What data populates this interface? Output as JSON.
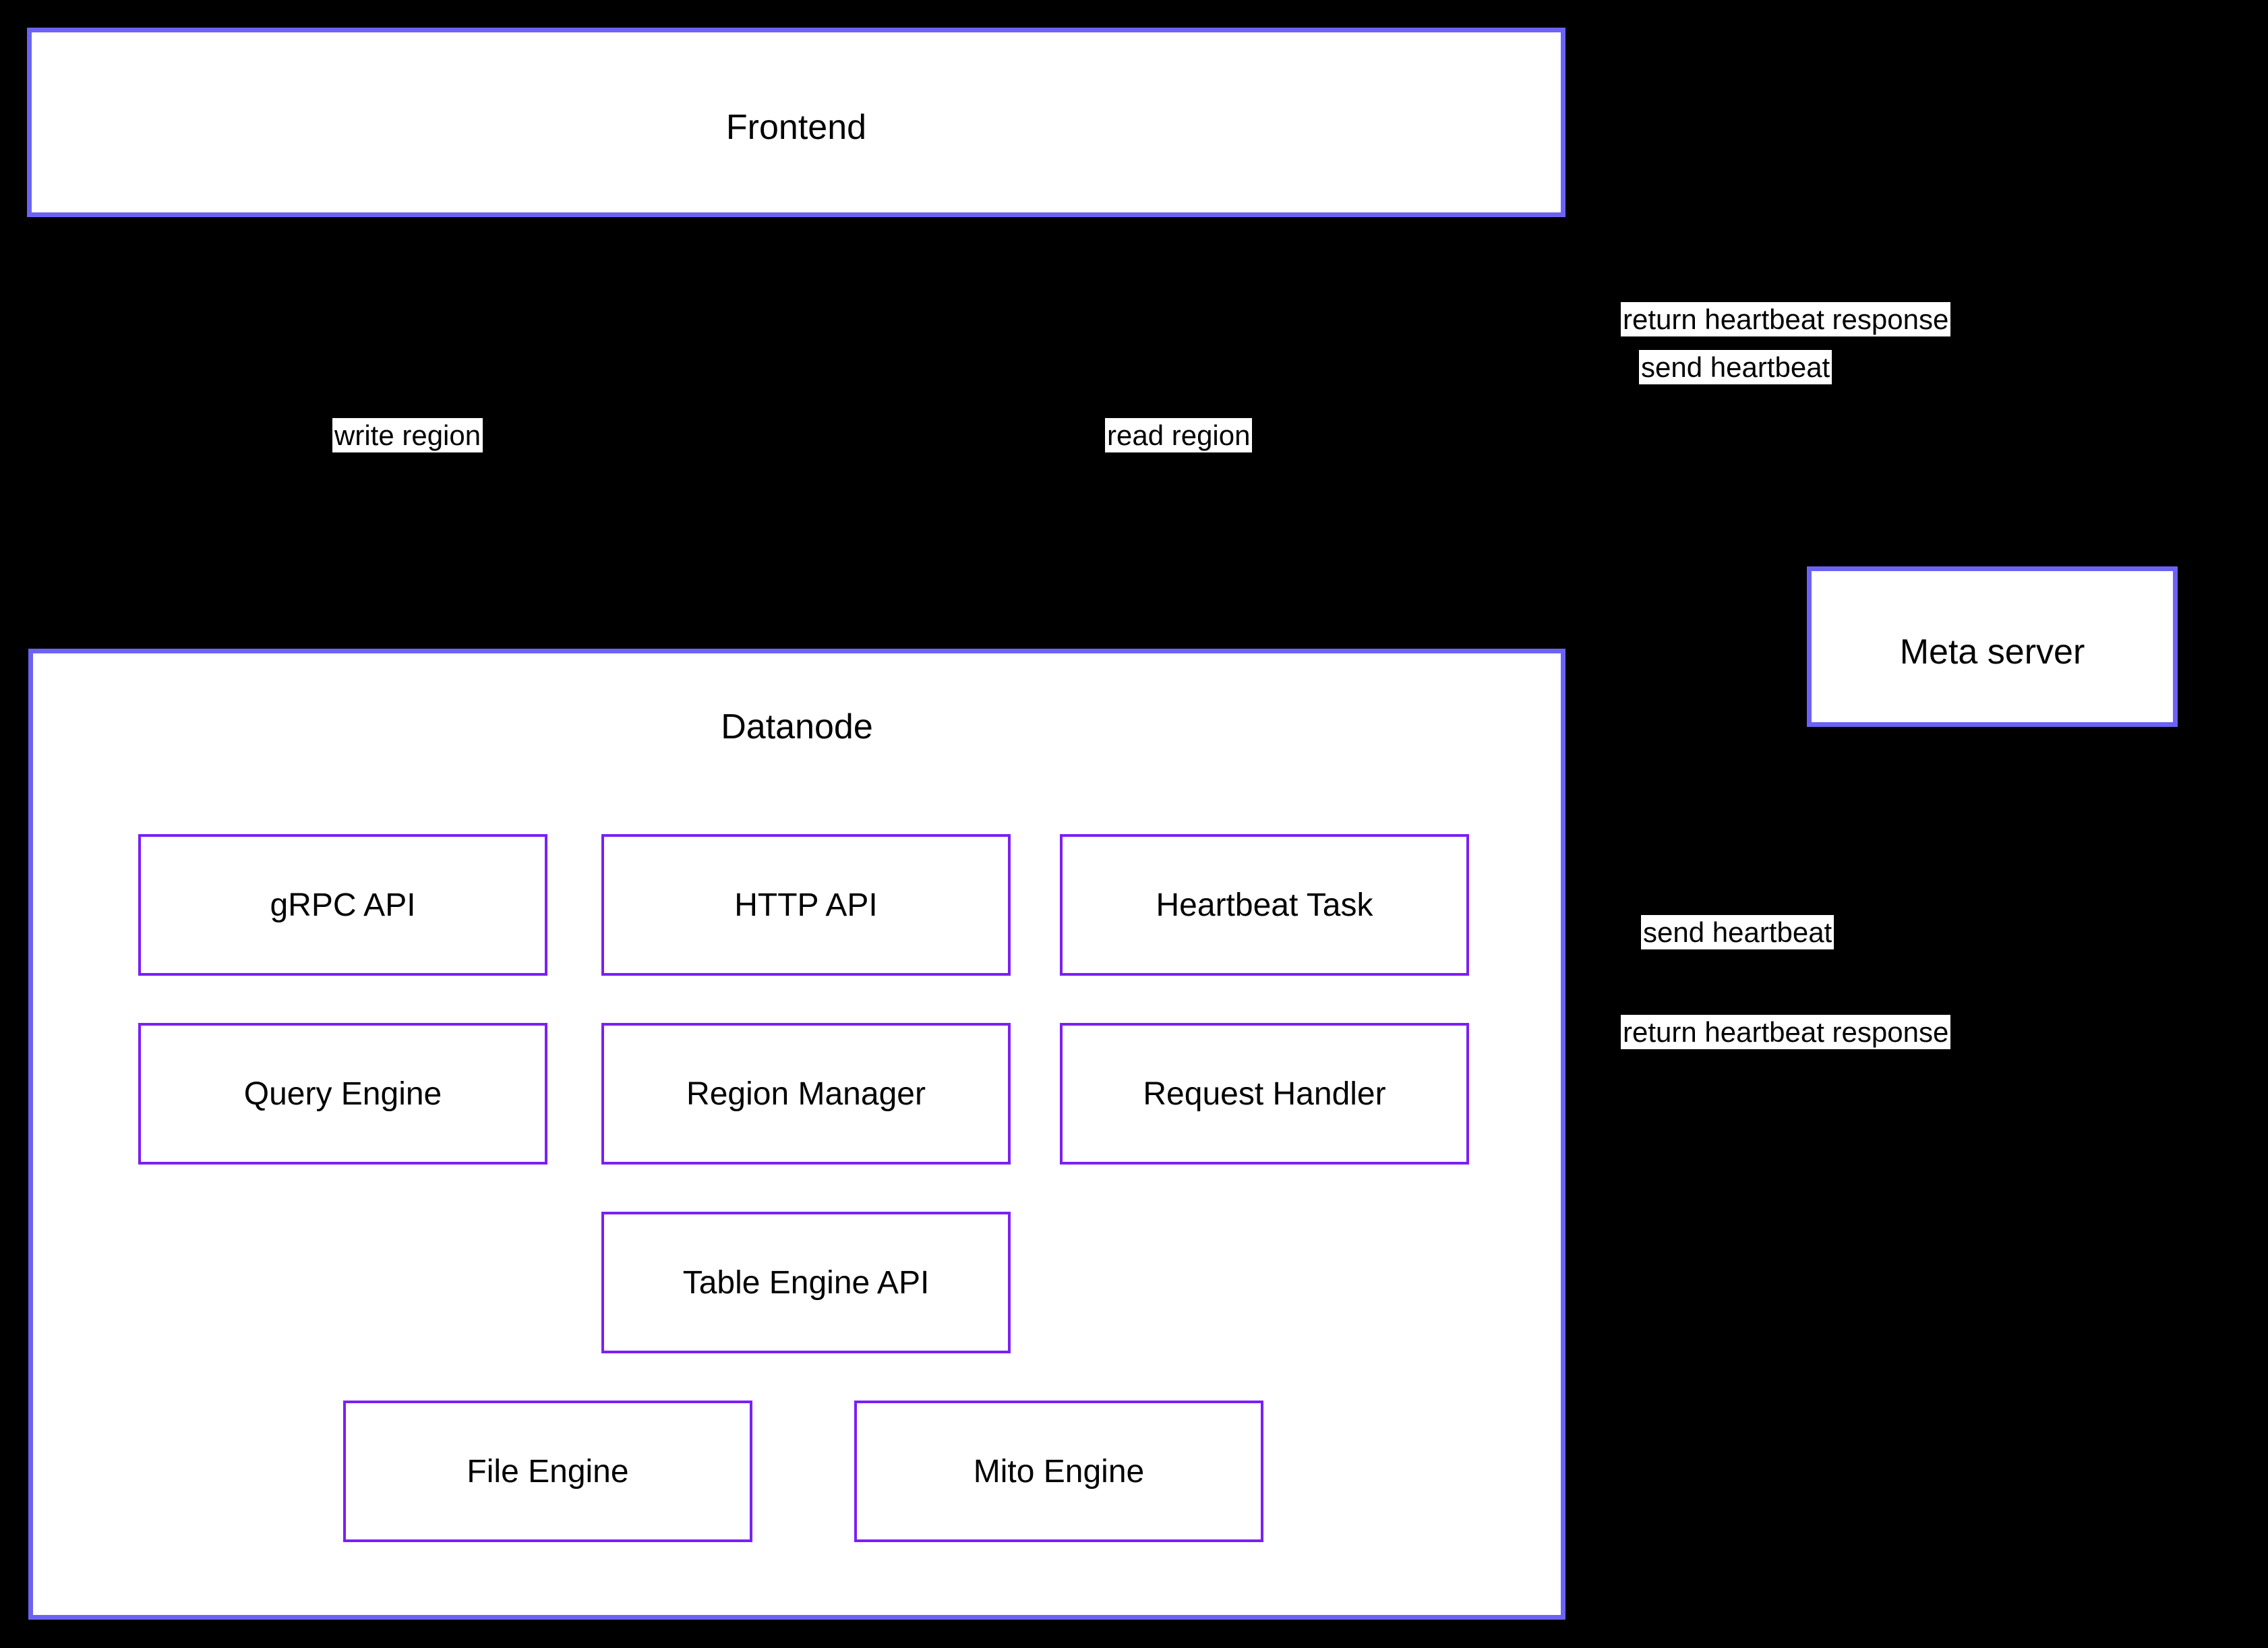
{
  "diagram": {
    "background_color": "#000000",
    "outer_border_color": "#6c63f5",
    "inner_border_color": "#7b1ff5",
    "node_fill_color": "#ffffff",
    "text_color": "#000000",
    "edge_color": "#000000"
  },
  "nodes": {
    "frontend": {
      "label": "Frontend"
    },
    "meta_server": {
      "label": "Meta server"
    },
    "datanode": {
      "label": "Datanode"
    }
  },
  "datanode_components": [
    {
      "label": "gRPC API"
    },
    {
      "label": "HTTP API"
    },
    {
      "label": "Heartbeat Task"
    },
    {
      "label": "Query Engine"
    },
    {
      "label": "Region Manager"
    },
    {
      "label": "Request Handler"
    },
    {
      "label": "Table Engine API"
    },
    {
      "label": "File Engine"
    },
    {
      "label": "Mito Engine"
    }
  ],
  "edge_labels": [
    {
      "id": "write-region",
      "text": "write region"
    },
    {
      "id": "read-region",
      "text": "read region"
    },
    {
      "id": "frontend-return-heartbeat-response",
      "text": "return heartbeat response"
    },
    {
      "id": "frontend-send-heartbeat",
      "text": "send heartbeat"
    },
    {
      "id": "datanode-send-heartbeat",
      "text": "send heartbeat"
    },
    {
      "id": "datanode-return-heartbeat-response",
      "text": "return heartbeat response"
    }
  ]
}
